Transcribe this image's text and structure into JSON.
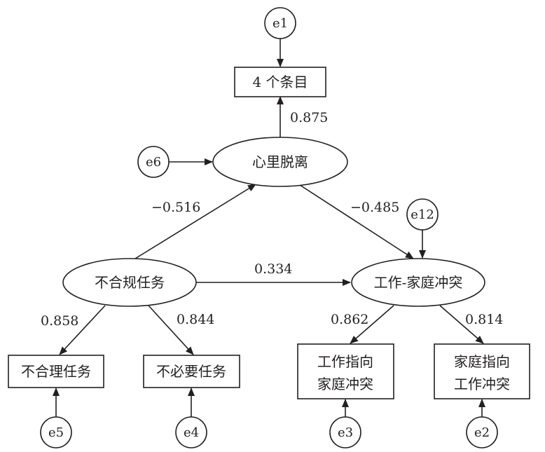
{
  "title": "Structural equation model: illegitimate tasks, psychological detachment, work-family conflict",
  "colors": {
    "ink": "#231f20",
    "background": "#ffffff"
  },
  "latent": {
    "illegitimate_tasks": "不合规任务",
    "detachment": "心里脱离",
    "wfc": "工作-家庭冲突"
  },
  "observed": {
    "detachment_items": "4 个条目",
    "unreasonable_tasks": "不合理任务",
    "unnecessary_tasks": "不必要任务",
    "wfc_line1": "工作指向",
    "wfc_line2": "家庭冲突",
    "fwc_line1": "家庭指向",
    "fwc_line2": "工作冲突"
  },
  "errors": {
    "e1": "e1",
    "e2": "e2",
    "e3": "e3",
    "e4": "e4",
    "e5": "e5",
    "e6": "e6",
    "e12": "e12"
  },
  "paths": {
    "illegitimate_to_detachment": "−0.516",
    "detachment_to_wfc": "−0.485",
    "illegitimate_to_wfc": "0.334",
    "detachment_to_items": "0.875",
    "illegitimate_to_unreasonable": "0.858",
    "illegitimate_to_unnecessary": "0.844",
    "wfc_to_work_family": "0.862",
    "wfc_to_family_work": "0.814"
  }
}
